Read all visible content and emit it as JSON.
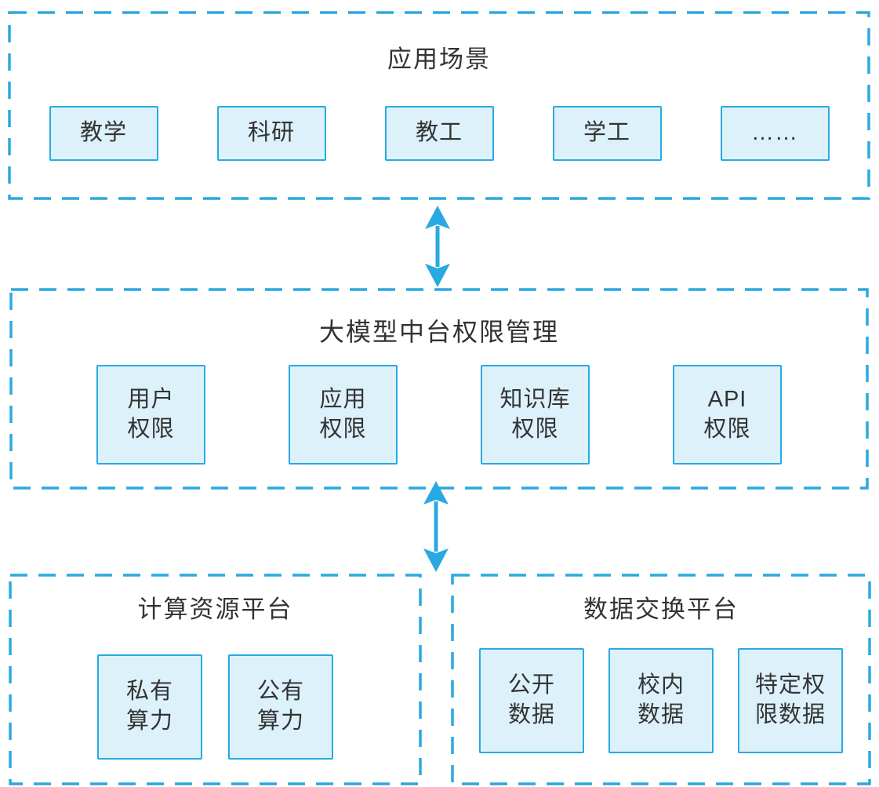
{
  "diagram": {
    "colors": {
      "accent": "#29a9e1",
      "dashed_border": "#2aa9e0",
      "box_fill": "#ddf1fb",
      "box_border": "#29a9e1",
      "text": "#333333",
      "background": "#ffffff"
    },
    "sections": {
      "app_scenarios": {
        "title": "应用场景",
        "boxes": [
          "教学",
          "科研",
          "教工",
          "学工",
          "……"
        ]
      },
      "permission_platform": {
        "title": "大模型中台权限管理",
        "boxes": [
          "用户\n权限",
          "应用\n权限",
          "知识库\n权限",
          "API\n权限"
        ]
      },
      "compute_platform": {
        "title": "计算资源平台",
        "boxes": [
          "私有\n算力",
          "公有\n算力"
        ]
      },
      "data_platform": {
        "title": "数据交换平台",
        "boxes": [
          "公开\n数据",
          "校内\n数据",
          "特定权\n限数据"
        ]
      }
    },
    "arrows": [
      {
        "name": "app-scenarios-to-permission-platform-double-arrow"
      },
      {
        "name": "permission-platform-to-lower-platforms-double-arrow"
      }
    ]
  }
}
